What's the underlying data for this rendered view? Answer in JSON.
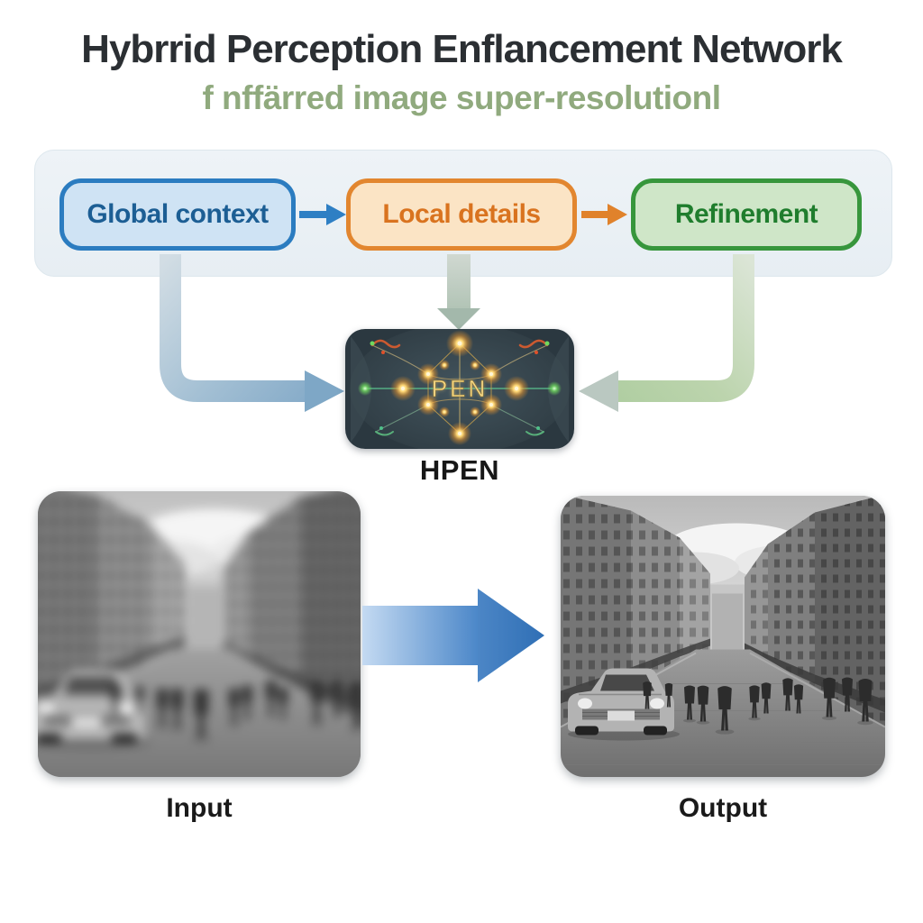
{
  "header": {
    "title": "Hybrrid Perception Enflancement Network",
    "subtitle": "f nffärred image super-resolutionl"
  },
  "pipeline": {
    "stages": [
      {
        "label": "Global context",
        "border_color": "#2b7cc0",
        "fill_color": "#cfe3f4",
        "text_color": "#1c5e94"
      },
      {
        "label": "Local details",
        "border_color": "#e2862f",
        "fill_color": "#fbe4c5",
        "text_color": "#d9731f"
      },
      {
        "label": "Refinement",
        "border_color": "#37963c",
        "fill_color": "#cfe6c8",
        "text_color": "#1f7d2d"
      }
    ],
    "connector_colors": {
      "blue": "#2e7fc4",
      "orange": "#e0822b"
    }
  },
  "module": {
    "name": "HPEN",
    "image_overlay_text": "PEN"
  },
  "comparison": {
    "input_label": "Input",
    "output_label": "Output",
    "arrow_color": "#3b7ec4"
  },
  "colors": {
    "title_dark": "#2b2f33",
    "subtitle_green": "#90aa7e",
    "panel_fill": "#e9eff4",
    "flow_left_blue": "#85abc8",
    "flow_middle_sage": "#a9bfae",
    "flow_right_green": "#abcb9e"
  }
}
